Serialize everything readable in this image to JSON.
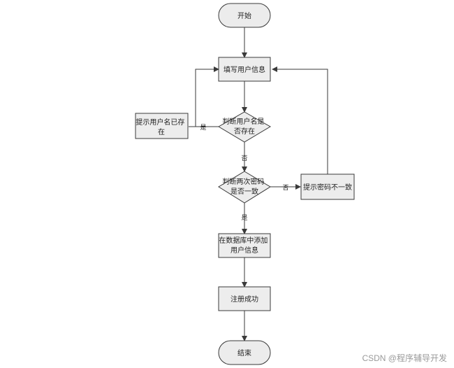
{
  "nodes": {
    "start": "开始",
    "fill_info": "填写用户信息",
    "check_username": [
      "判断用户名是",
      "否存在"
    ],
    "username_exists": [
      "提示用户名已存",
      "在"
    ],
    "check_password": [
      "判断两次密码",
      "是否一致"
    ],
    "password_mismatch": "提示密码不一致",
    "add_user": [
      "在数据库中添加",
      "用户信息"
    ],
    "register_success": "注册成功",
    "end": "结束"
  },
  "edges": {
    "username_yes": "是",
    "username_no": "否",
    "password_no": "否",
    "password_yes": "是"
  },
  "watermark": "CSDN @程序辅导开发",
  "colors": {
    "terminal_fill": "#ececec",
    "box_fill": "#ededed",
    "line": "#3a3a3a"
  }
}
